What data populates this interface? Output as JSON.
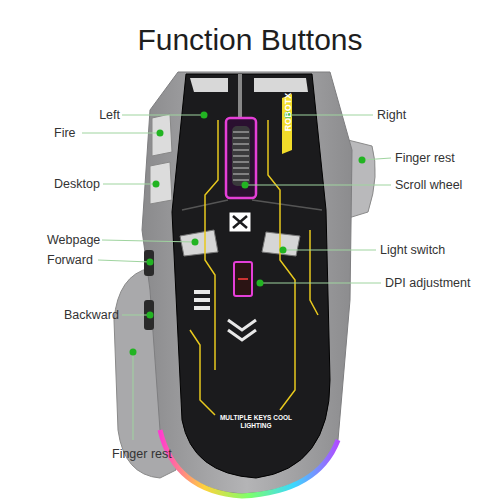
{
  "diagram": {
    "title": "Function Buttons",
    "labels": [
      "Left",
      "Right",
      "Fire",
      "Finger rest",
      "Desktop",
      "Scroll wheel",
      "ROBOTX",
      "Webpage",
      "Light switch",
      "Forward",
      "DPI adjustment",
      "Backward",
      "MULTIPLE KEYS COOL LIGHTING",
      "Finger rest"
    ]
  }
}
